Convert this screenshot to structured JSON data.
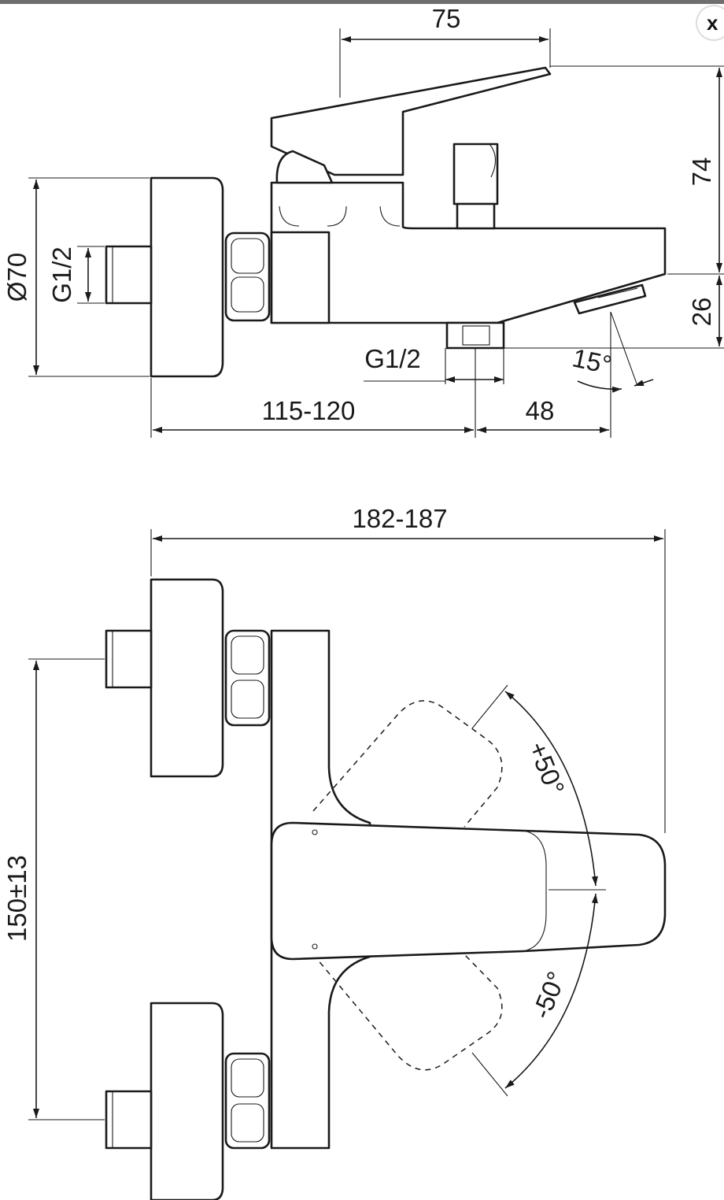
{
  "dimensions": {
    "side": {
      "top_width": "75",
      "height_upper": "74",
      "height_lower": "26",
      "diameter": "Ø70",
      "thread_inlet": "G1/2",
      "thread_outlet": "G1/2",
      "angle": "15°",
      "length_wall": "115-120",
      "length_spout": "48"
    },
    "plan": {
      "overall_length": "182-187",
      "centers": "150±13",
      "rotation_up": "+50°",
      "rotation_down": "-50°"
    }
  },
  "window": {
    "close_label": "x"
  }
}
